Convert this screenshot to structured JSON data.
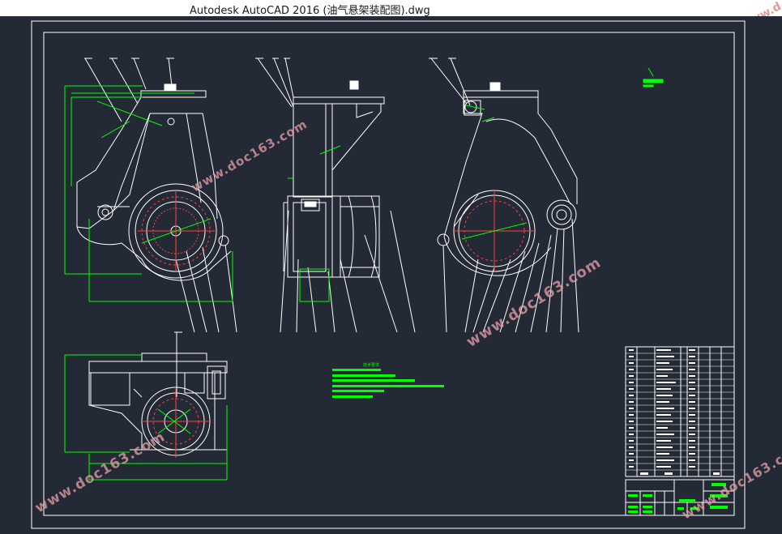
{
  "window": {
    "title": "Autodesk AutoCAD 2016    (油气悬架装配图).dwg"
  },
  "watermark": {
    "text": "www.doc163.com",
    "top_right_text": "www.d"
  },
  "colors": {
    "background": "#232a35",
    "line_white": "#ffffff",
    "line_green": "#00ff00",
    "line_red": "#ff0000",
    "watermark": "#e8a0a8"
  },
  "drawing": {
    "sheet": "assembly drawing with three views, a section view, technical notes and parts list",
    "technical_notes_heading": "技术要求"
  }
}
